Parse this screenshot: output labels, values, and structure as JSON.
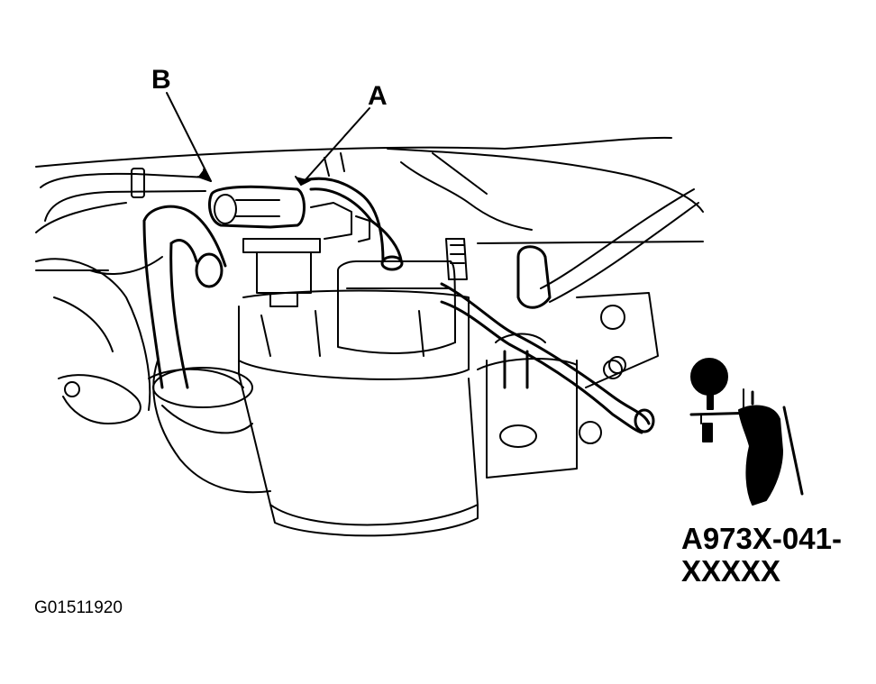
{
  "callouts": {
    "b": "B",
    "a": "A"
  },
  "tool": {
    "line1": "A973X-041-",
    "line2": "XXXXX"
  },
  "figure_id": "G01511920",
  "colors": {
    "ink": "#000000",
    "paper": "#ffffff"
  }
}
